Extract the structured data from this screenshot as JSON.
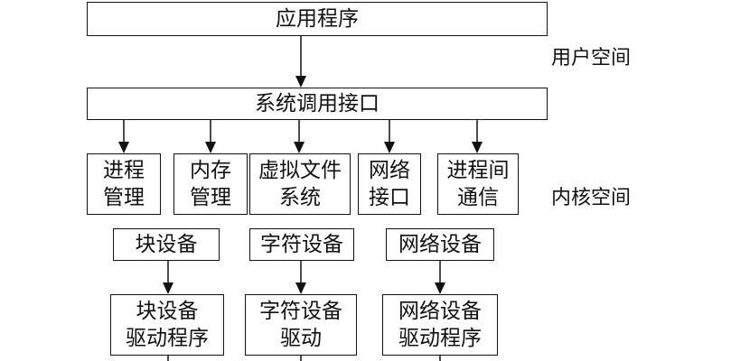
{
  "app_box": "应用程序",
  "syscall_box": "系统调用接口",
  "user_space_label": "用户空间",
  "kernel_space_label": "内核空间",
  "subsystems": [
    {
      "line1": "进程",
      "line2": "管理"
    },
    {
      "line1": "内存",
      "line2": "管理"
    },
    {
      "line1": "虚拟文件",
      "line2": "系统"
    },
    {
      "line1": "网络",
      "line2": "接口"
    },
    {
      "line1": "进程间",
      "line2": "通信"
    }
  ],
  "device_types": [
    "块设备",
    "字符设备",
    "网络设备"
  ],
  "drivers": [
    {
      "line1": "块设备",
      "line2": "驱动程序"
    },
    {
      "line1": "字符设备",
      "line2": "驱动"
    },
    {
      "line1": "网络设备",
      "line2": "驱动程序"
    }
  ]
}
